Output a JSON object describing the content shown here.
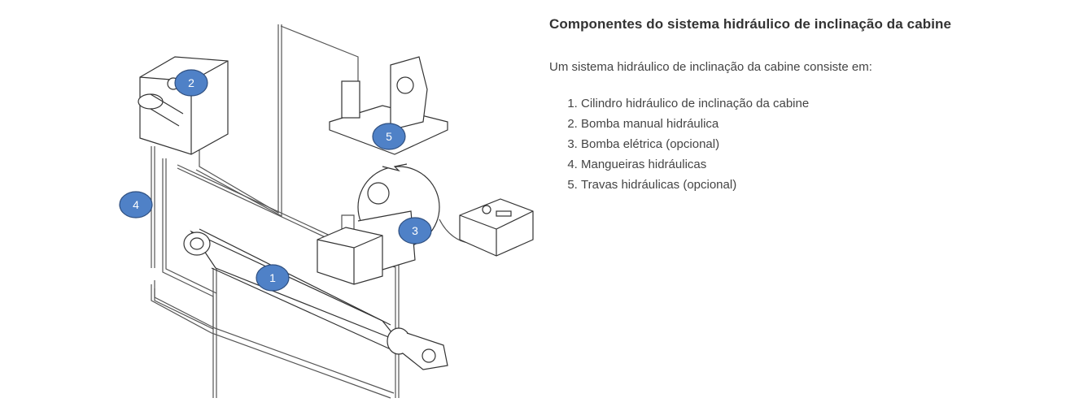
{
  "diagram": {
    "callouts": [
      "1",
      "2",
      "3",
      "4",
      "5"
    ],
    "badge_color": "#4f81c7"
  },
  "content": {
    "title": "Componentes do sistema hidráulico de inclinação da cabine",
    "intro": "Um sistema hidráulico de inclinação da cabine consiste em:",
    "items": [
      "Cilindro hidráulico de inclinação da cabine",
      "Bomba manual hidráulica",
      "Bomba elétrica (opcional)",
      "Mangueiras hidráulicas",
      "Travas hidráulicas (opcional)"
    ]
  }
}
